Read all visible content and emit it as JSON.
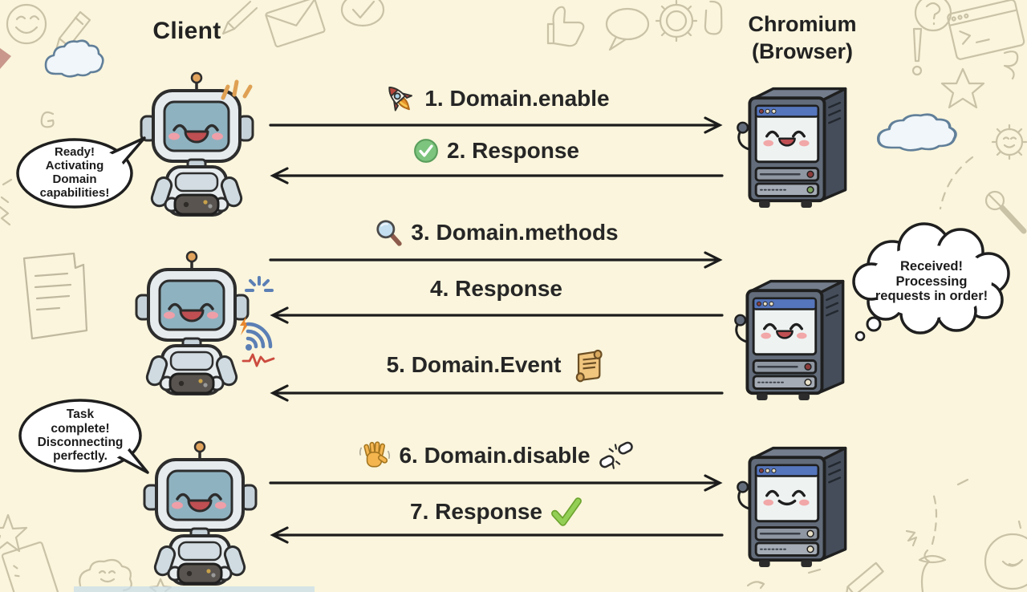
{
  "actors": {
    "client": {
      "label": "Client",
      "illustration": "robot-with-game-controller"
    },
    "browser": {
      "line1": "Chromium",
      "line2": "(Browser)",
      "illustration": "computer-tower-with-face"
    }
  },
  "messages": [
    {
      "label": "1. Domain.enable",
      "direction": "right",
      "icon_before": "rocket-icon"
    },
    {
      "label": "2. Response",
      "direction": "left",
      "icon_before": "check-circle-icon"
    },
    {
      "label": "3. Domain.methods",
      "direction": "right",
      "icon_before": "magnifier-icon"
    },
    {
      "label": "4. Response",
      "direction": "left"
    },
    {
      "label": "5. Domain.Event",
      "direction": "left",
      "icon_after": "scroll-icon"
    },
    {
      "label": "6. Domain.disable",
      "direction": "right",
      "icon_before": "waving-hand-icon",
      "icon_after": "broken-chain-icon"
    },
    {
      "label": "7. Response",
      "direction": "left",
      "icon_after": "check-mark-icon"
    }
  ],
  "bubbles": [
    {
      "speaker": "client",
      "type": "speech",
      "text": "Ready! Activating Domain capabilities!"
    },
    {
      "speaker": "browser",
      "type": "thought",
      "text": "Received! Processing requests in order!"
    },
    {
      "speaker": "client",
      "type": "speech",
      "text": "Task complete! Disconnecting perfectly."
    }
  ],
  "background_doodles": [
    "smiley-face",
    "pencil",
    "cloud",
    "envelope",
    "check-bubble",
    "thumbs-up",
    "speech-bubble",
    "gear",
    "paperclip",
    "question-mark",
    "terminal-window",
    "exclamation",
    "star",
    "gear-face",
    "wrench",
    "document",
    "card",
    "cloud-face",
    "smiley-swirl",
    "wifi-signal",
    "lightning-bolt",
    "heartbeat",
    "sparkles"
  ],
  "colors": {
    "background": "#faf5dc",
    "text": "#262626",
    "arrow": "#1c1c1c",
    "doodle": "#b7ae93",
    "browser_bar_blue": "#5575bc",
    "success_green": "#7dc47e",
    "robot_screen_blue": "#8fb2c0",
    "accent_orange": "#e8932c"
  }
}
